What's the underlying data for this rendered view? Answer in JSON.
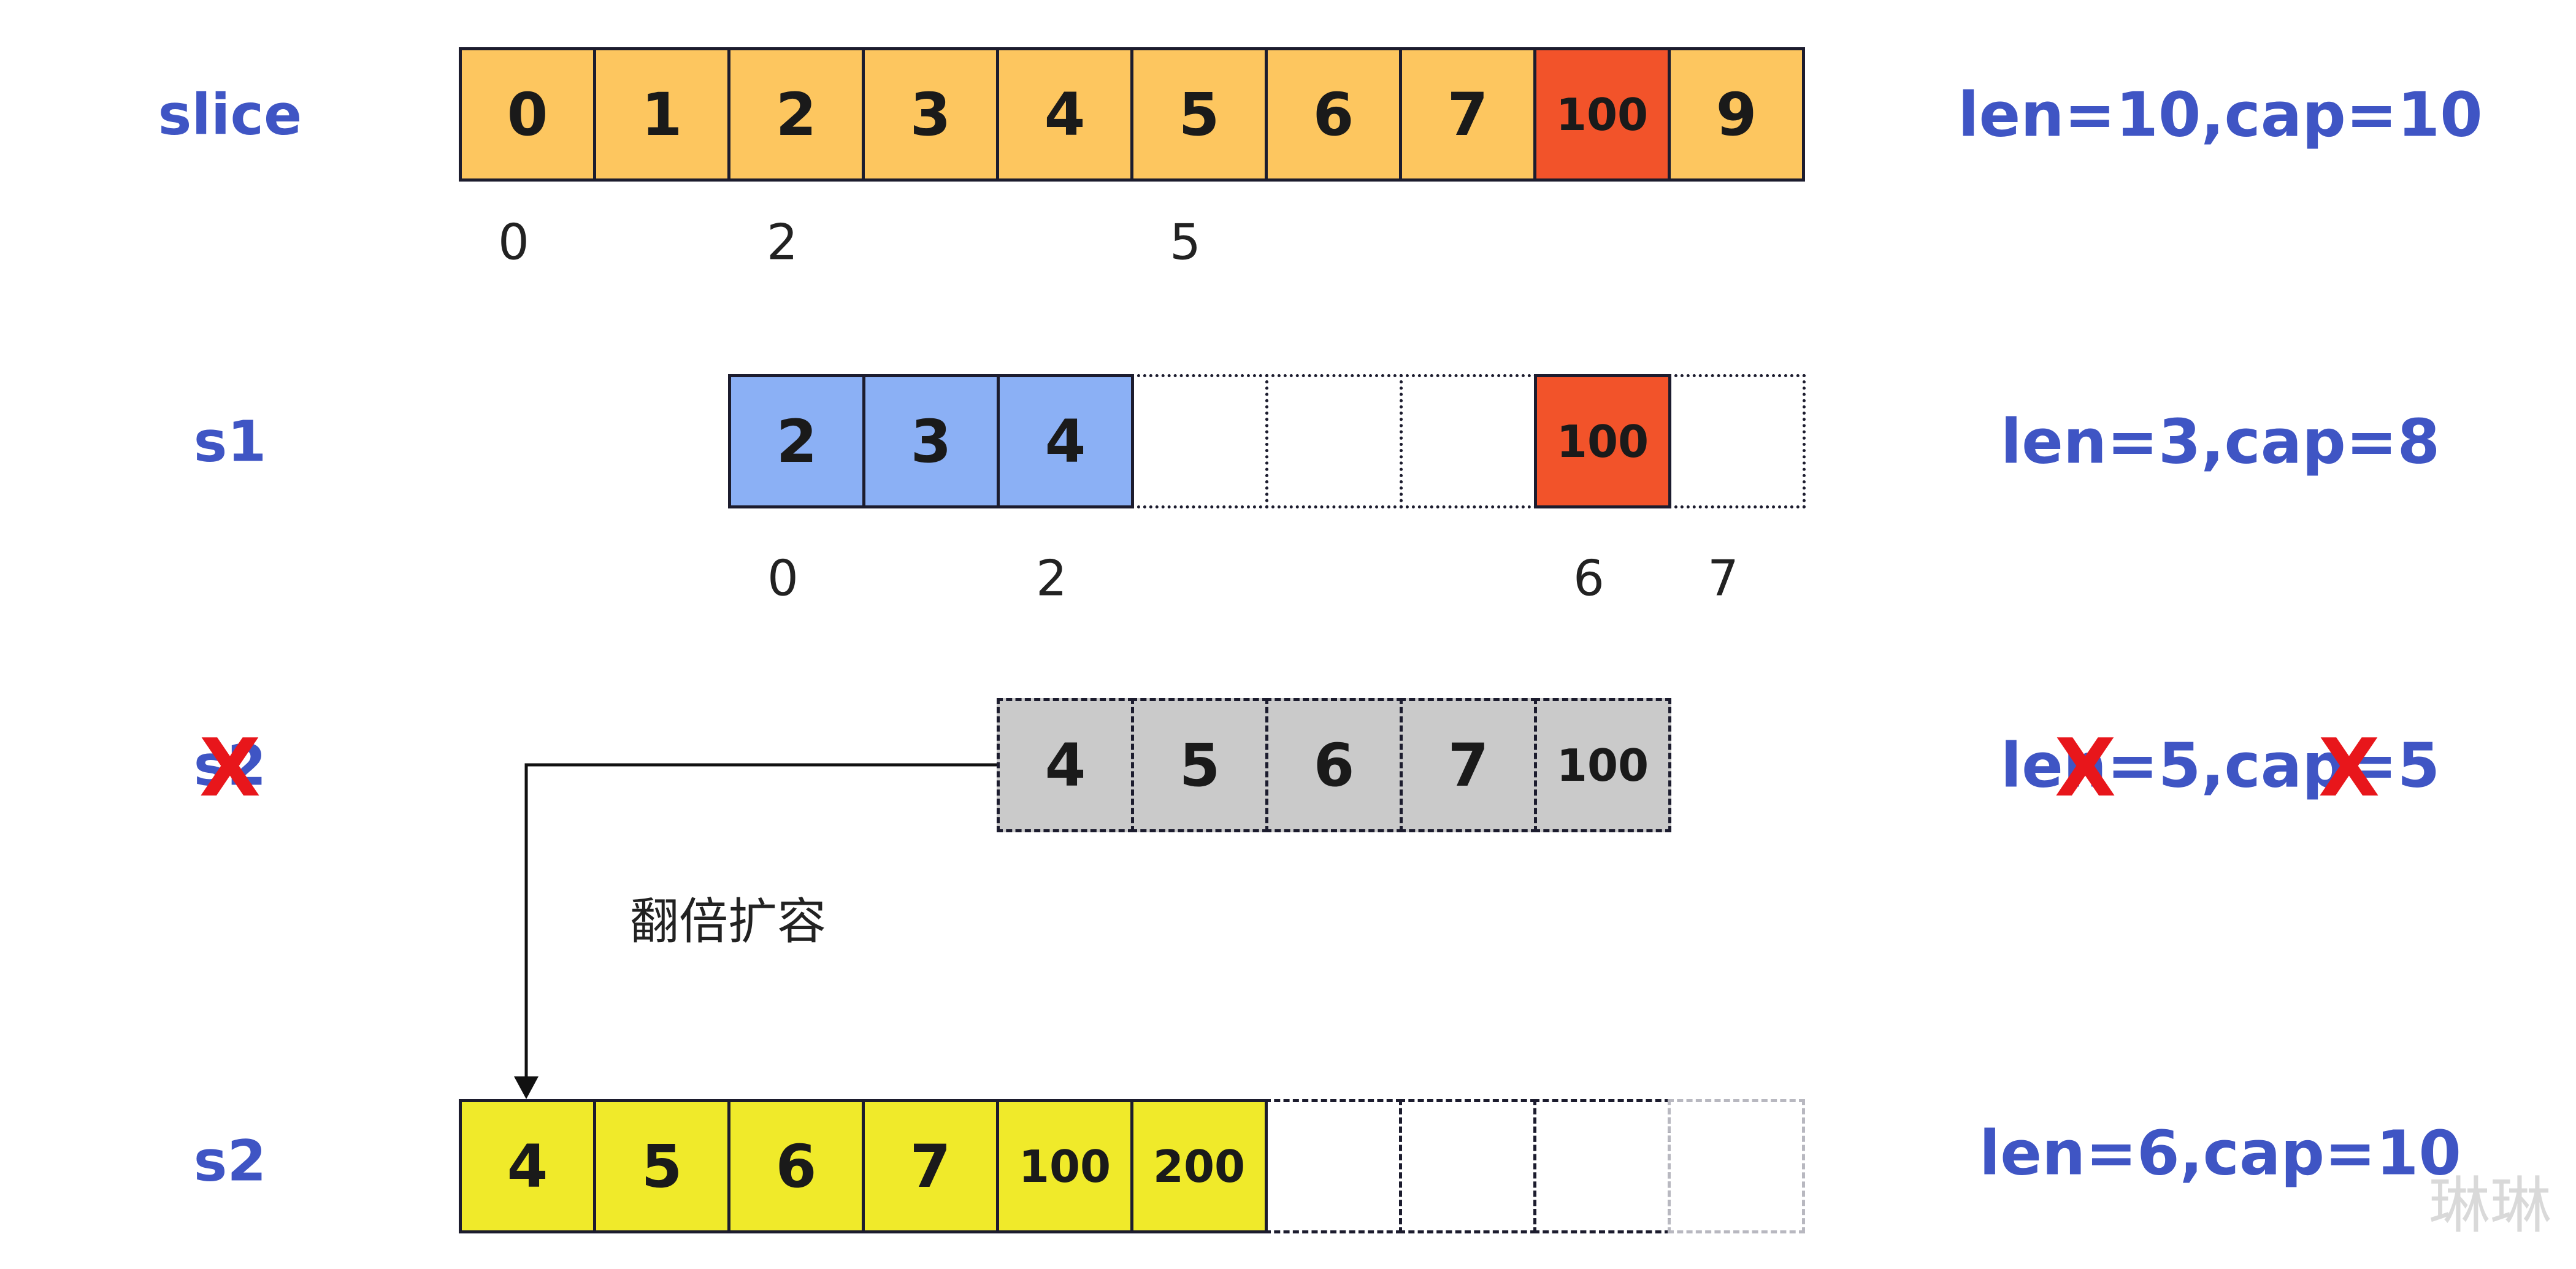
{
  "rows": [
    {
      "label": "slice",
      "info": "len=10,cap=10",
      "cells": [
        {
          "value": "0",
          "fill": "#fdc65f"
        },
        {
          "value": "1",
          "fill": "#fdc65f"
        },
        {
          "value": "2",
          "fill": "#fdc65f"
        },
        {
          "value": "3",
          "fill": "#fdc65f"
        },
        {
          "value": "4",
          "fill": "#fdc65f"
        },
        {
          "value": "5",
          "fill": "#fdc65f"
        },
        {
          "value": "6",
          "fill": "#fdc65f"
        },
        {
          "value": "7",
          "fill": "#fdc65f"
        },
        {
          "value": "100",
          "fill": "#f2532a"
        },
        {
          "value": "9",
          "fill": "#fdc65f"
        }
      ],
      "indices": [
        {
          "cell": 0,
          "label": "0"
        },
        {
          "cell": 2,
          "label": "2"
        },
        {
          "cell": 5,
          "label": "5"
        }
      ]
    },
    {
      "label": "s1",
      "info": "len=3,cap=8",
      "cells": [
        {
          "value": "2",
          "fill": "#8bb0f5"
        },
        {
          "value": "3",
          "fill": "#8bb0f5"
        },
        {
          "value": "4",
          "fill": "#8bb0f5"
        },
        {
          "value": "",
          "fill": "none"
        },
        {
          "value": "",
          "fill": "none"
        },
        {
          "value": "",
          "fill": "none"
        },
        {
          "value": "100",
          "fill": "#f2532a"
        },
        {
          "value": "",
          "fill": "none"
        }
      ],
      "indices": [
        {
          "cell": 0,
          "label": "0"
        },
        {
          "cell": 2,
          "label": "2"
        },
        {
          "cell": 6,
          "label": "6"
        },
        {
          "cell": 7,
          "label": "7"
        }
      ]
    },
    {
      "label": "s2",
      "info": "len=5,cap=5",
      "crossed": true,
      "cells": [
        {
          "value": "4",
          "fill": "#cacaca"
        },
        {
          "value": "5",
          "fill": "#cacaca"
        },
        {
          "value": "6",
          "fill": "#cacaca"
        },
        {
          "value": "7",
          "fill": "#cacaca"
        },
        {
          "value": "100",
          "fill": "#cacaca"
        }
      ],
      "indices": []
    },
    {
      "label": "s2",
      "info": "len=6,cap=10",
      "cells": [
        {
          "value": "4",
          "fill": "#f0ea2a"
        },
        {
          "value": "5",
          "fill": "#f0ea2a"
        },
        {
          "value": "6",
          "fill": "#f0ea2a"
        },
        {
          "value": "7",
          "fill": "#f0ea2a"
        },
        {
          "value": "100",
          "fill": "#f0ea2a"
        },
        {
          "value": "200",
          "fill": "#f0ea2a"
        },
        {
          "value": "",
          "fill": "none"
        },
        {
          "value": "",
          "fill": "none"
        },
        {
          "value": "",
          "fill": "none"
        },
        {
          "value": "",
          "fill": "none"
        }
      ],
      "indices": []
    }
  ],
  "arrow_label": "翻倍扩容",
  "cross_mark": "X",
  "watermark": "琳琳"
}
